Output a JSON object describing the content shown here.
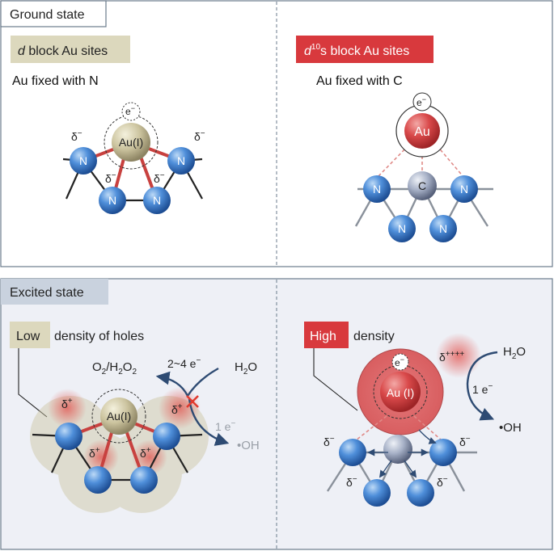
{
  "panels": {
    "ground": {
      "title": "Ground state",
      "left": {
        "tag_italic": "d",
        "tag_rest": " block Au sites",
        "subtitle": "Au fixed with N",
        "center_atom": "Au(I)",
        "electron": "e",
        "electron_sup": "−",
        "n_label": "N",
        "delta": "δ",
        "delta_sup": "−"
      },
      "right": {
        "tag_italic": "d",
        "tag_sup": "10",
        "tag_rest": "s block Au sites",
        "subtitle": "Au fixed with C",
        "center_atom": "Au",
        "electron": "e",
        "electron_sup": "−",
        "c_label": "C",
        "n_label": "N"
      }
    },
    "excited": {
      "title": "Excited state",
      "left": {
        "tag_box": "Low",
        "tag_rest": "density of holes",
        "center_atom": "Au(I)",
        "product_o2": "O",
        "product_o2_sub": "2",
        "product_slash": "/H",
        "product_h2o2_sub1": "2",
        "product_o": "O",
        "product_h2o2_sub2": "2",
        "electrons_multi": "2~4 e",
        "electrons_sup": "−",
        "water": "H",
        "water_sub": "2",
        "water_o": "O",
        "one_e": "1 e",
        "one_e_sup": "−",
        "oh": "•OH",
        "delta": "δ",
        "delta_plus": "+"
      },
      "right": {
        "tag_box": "High",
        "tag_rest": "density",
        "center_atom": "Au (I)",
        "electron": "e",
        "electron_sup": "−",
        "delta": "δ",
        "delta_plus4": "++++",
        "delta_minus": "−",
        "water": "H",
        "water_sub": "2",
        "water_o": "O",
        "one_e": "1 e",
        "one_e_sup": "−",
        "oh": "•OH"
      }
    }
  },
  "colors": {
    "panel_border": "#6b7b8c",
    "excited_bg": "#eef0f6",
    "title_tab_excited": "#c9d2de",
    "tag_beige": "#dcd8bd",
    "tag_red": "#d8393d",
    "bond_red": "#c8413f",
    "n_blue": "#3d7fd0",
    "c_gray": "#a6b0c7",
    "au_beige": "#cec7a4",
    "au_red": "#d64b4b",
    "cross_red": "#e03a2e",
    "arrow_blue": "#2e4b73"
  }
}
